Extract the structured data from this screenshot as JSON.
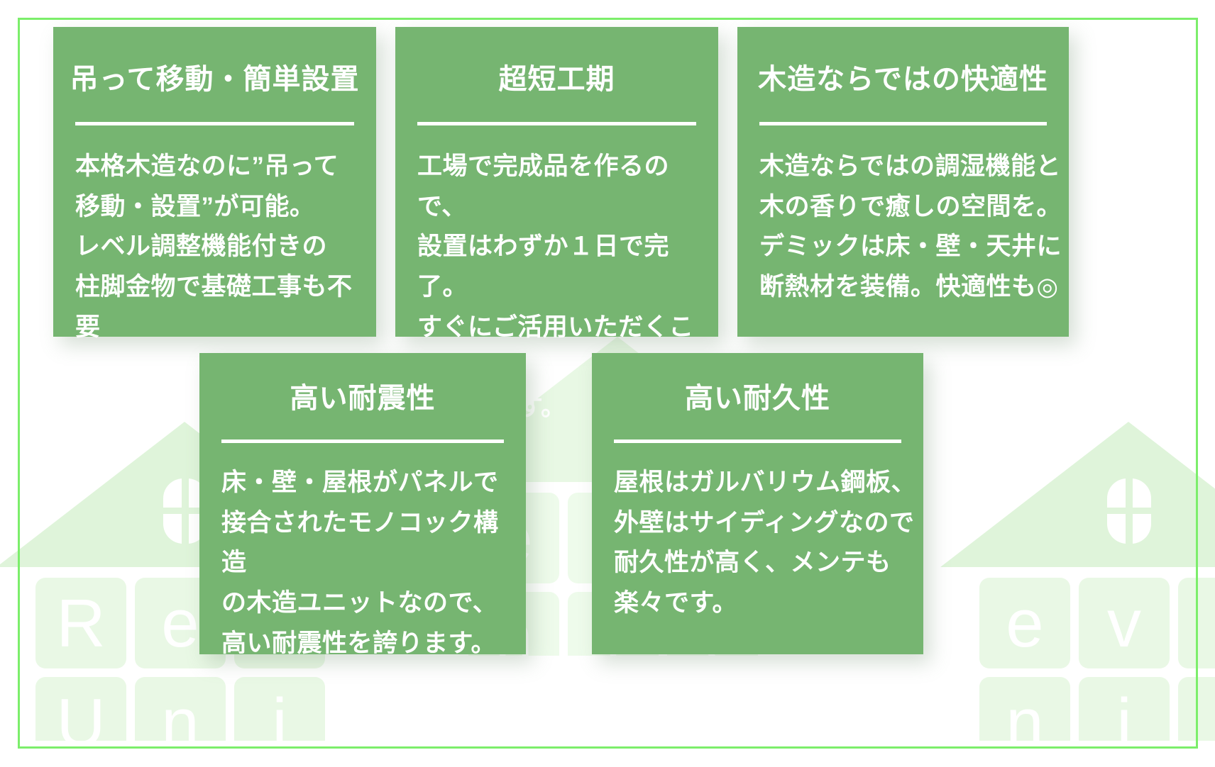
{
  "frame": {
    "border_color": "#7cee6b",
    "background_color": "#ffffff"
  },
  "theme": {
    "card_bg": "#76b571",
    "card_text": "#ffffff",
    "watermark_green": "#e4f6e0",
    "watermark_tile": "#edf9ea"
  },
  "watermark": {
    "brand_line1": "Revit",
    "brand_line2": "Unit",
    "tiles_row1": [
      "R",
      "e",
      "v",
      "i",
      "t"
    ],
    "tiles_row2": [
      "U",
      "n",
      "i",
      "t"
    ],
    "icon": "house-icon"
  },
  "cards": [
    {
      "id": "card-hanging-move",
      "title": "吊って移動・簡単設置",
      "body": "本格木造なのに”吊って\n移動・設置”が可能。\nレベル調整機能付きの\n柱脚金物で基礎工事も不要"
    },
    {
      "id": "card-short-construction",
      "title": "超短工期",
      "body": "工場で完成品を作るので、\n設置はわずか１日で完了。\nすぐにご活用いただくこと\nができます。"
    },
    {
      "id": "card-wooden-comfort",
      "title": "木造ならではの快適性",
      "body": "木造ならではの調湿機能と\n木の香りで癒しの空間を。\nデミックは床・壁・天井に\n断熱材を装備。快適性も◎"
    },
    {
      "id": "card-earthquake-resistance",
      "title": "高い耐震性",
      "body": "床・壁・屋根がパネルで\n接合されたモノコック構造\nの木造ユニットなので、\n高い耐震性を誇ります。"
    },
    {
      "id": "card-durability",
      "title": "高い耐久性",
      "body": "屋根はガルバリウム鋼板、\n外壁はサイディングなので\n耐久性が高く、メンテも\n楽々です。"
    }
  ]
}
